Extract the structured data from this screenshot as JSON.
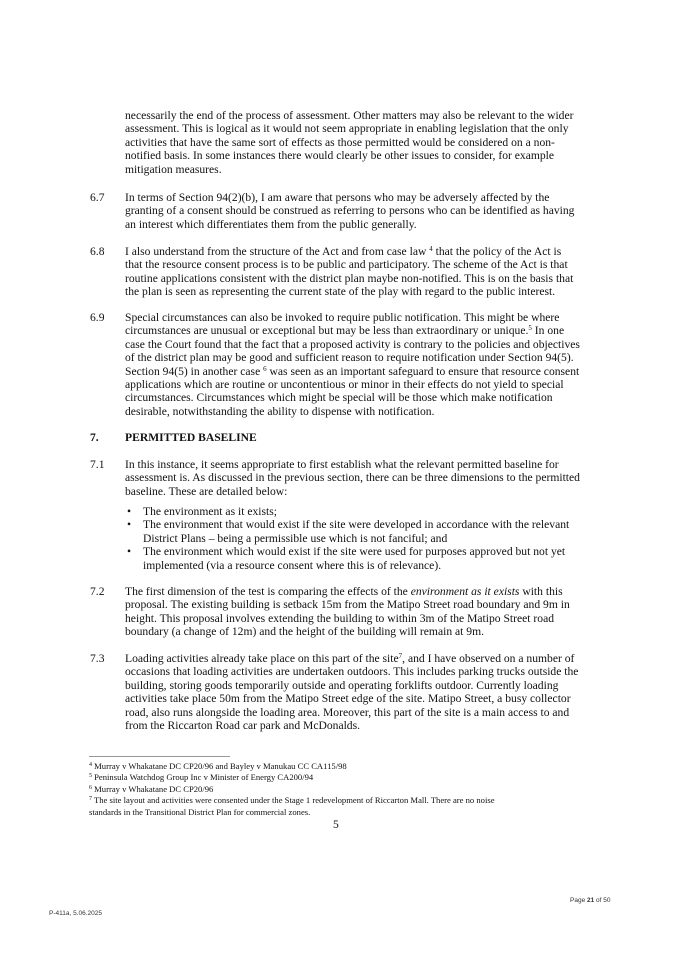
{
  "paragraphs": [
    {
      "num": "",
      "lines": [
        [
          {
            "t": "necessarily the end of the process of assessment.  Other matters may also be relevant to the wider"
          }
        ],
        [
          {
            "t": "assessment.  This is logical as it would not seem appropriate in enabling legislation that the only"
          }
        ],
        [
          {
            "t": "activities that have the same sort of effects as those permitted would be considered on a non-"
          }
        ],
        [
          {
            "t": "notified basis.  In some instances there would clearly be other issues to consider, for example"
          }
        ],
        [
          {
            "t": "mitigation measures."
          }
        ]
      ]
    },
    {
      "num": "6.7",
      "lines": [
        [
          {
            "t": "In terms of Section 94(2)(b), I am aware that persons who may be adversely affected by the"
          }
        ],
        [
          {
            "t": "granting of a consent should be construed as referring to persons who can be identified as having"
          }
        ],
        [
          {
            "t": "an interest which differentiates them from the public generally."
          }
        ]
      ]
    },
    {
      "num": "6.8",
      "lines": [
        [
          {
            "t": "I also understand from the structure of the Act and from case law "
          },
          {
            "sup": "4"
          },
          {
            "t": " that the policy of the Act is"
          }
        ],
        [
          {
            "t": "that the resource consent process is to be public and participatory.  The scheme of the Act is that"
          }
        ],
        [
          {
            "t": "routine applications consistent with the district plan maybe non-notified.  This is on the basis that"
          }
        ],
        [
          {
            "t": "the plan is seen as representing the current state of the play with regard to the public interest."
          }
        ]
      ]
    },
    {
      "num": "6.9",
      "lines": [
        [
          {
            "t": "Special circumstances can also be invoked to require public notification.  This might be where"
          }
        ],
        [
          {
            "t": "circumstances are unusual or exceptional but may be less than extraordinary or unique."
          },
          {
            "sup": "5"
          },
          {
            "t": "  In one"
          }
        ],
        [
          {
            "t": "case the Court found that the fact that a proposed activity is contrary to the policies and objectives"
          }
        ],
        [
          {
            "t": "of the district plan may be good and sufficient reason to require notification under Section 94(5)."
          }
        ],
        [
          {
            "t": "Section 94(5) in another case "
          },
          {
            "sup": "6"
          },
          {
            "t": " was seen as an important safeguard to ensure that resource consent"
          }
        ],
        [
          {
            "t": "applications which are routine or uncontentious or minor in their effects do not yield to special"
          }
        ],
        [
          {
            "t": "circumstances.  Circumstances which might be special will be those which make notification"
          }
        ],
        [
          {
            "t": "desirable, notwithstanding the ability to dispense with notification."
          }
        ]
      ]
    },
    {
      "num": "7.1",
      "lines": [
        [
          {
            "t": "In this instance, it seems appropriate to first establish what the relevant permitted baseline for"
          }
        ],
        [
          {
            "t": "assessment is. As discussed in the previous section, there can be three dimensions to the permitted"
          }
        ],
        [
          {
            "t": "baseline. These are detailed below:"
          }
        ]
      ]
    },
    {
      "num": "7.2",
      "lines": [
        [
          {
            "t": "The first dimension of the test is comparing the effects of the "
          },
          {
            "i": "environment as it exists"
          },
          {
            "t": " with this"
          }
        ],
        [
          {
            "t": "proposal. The existing building is setback 15m from the Matipo Street road boundary and 9m in"
          }
        ],
        [
          {
            "t": "height. This proposal involves extending the building to within 3m of the Matipo Street road"
          }
        ],
        [
          {
            "t": "boundary (a change of 12m) and the height of the building will remain at 9m."
          }
        ]
      ]
    },
    {
      "num": "7.3",
      "lines": [
        [
          {
            "t": "Loading activities already take place on this part of the site"
          },
          {
            "sup": "7"
          },
          {
            "t": ", and I have observed on a number of"
          }
        ],
        [
          {
            "t": "occasions that loading activities are undertaken outdoors. This includes parking trucks outside the"
          }
        ],
        [
          {
            "t": "building, storing goods temporarily outside and operating forklifts outdoor. Currently loading"
          }
        ],
        [
          {
            "t": "activities take place 50m from the Matipo Street edge of the site. Matipo Street, a busy collector"
          }
        ],
        [
          {
            "t": "road, also runs alongside the loading area. Moreover, this part of the site is a main access to and"
          }
        ],
        [
          {
            "t": "from the Riccarton Road car park and McDonalds."
          }
        ]
      ]
    }
  ],
  "section7": {
    "num": "7.",
    "title": "PERMITTED BASELINE"
  },
  "bullets": [
    {
      "bullet": "•",
      "lines": [
        "The environment as it exists;"
      ]
    },
    {
      "bullet": "•",
      "lines": [
        "The environment that would exist if the site were developed in accordance with the relevant",
        "District Plans – being a permissible use which is not fanciful; and"
      ]
    },
    {
      "bullet": "•",
      "lines": [
        "The environment which would exist if the site were used for purposes approved but not yet",
        "implemented (via a resource consent where this is of relevance)."
      ]
    }
  ],
  "footnotes": [
    {
      "n": "4",
      "lines": [
        "Murray v Whakatane DC CP20/96 and Bayley v Manukau CC CA115/98"
      ]
    },
    {
      "n": "5",
      "lines": [
        "Peninsula Watchdog Group Inc v Minister of Energy CA200/94"
      ]
    },
    {
      "n": "6",
      "lines": [
        "Murray v Whakatane DC CP20/96"
      ]
    },
    {
      "n": "7",
      "lines": [
        "The site layout and activities were consented under the Stage 1 redevelopment of Riccarton Mall. There are no noise",
        "standards in the Transitional District Plan for commercial zones."
      ]
    }
  ],
  "page_number": "5",
  "footer": {
    "code": "P-411a, 5.06.2025",
    "page_prefix": "Page ",
    "page_current": "21",
    "page_mid": " of ",
    "page_total": "50"
  }
}
